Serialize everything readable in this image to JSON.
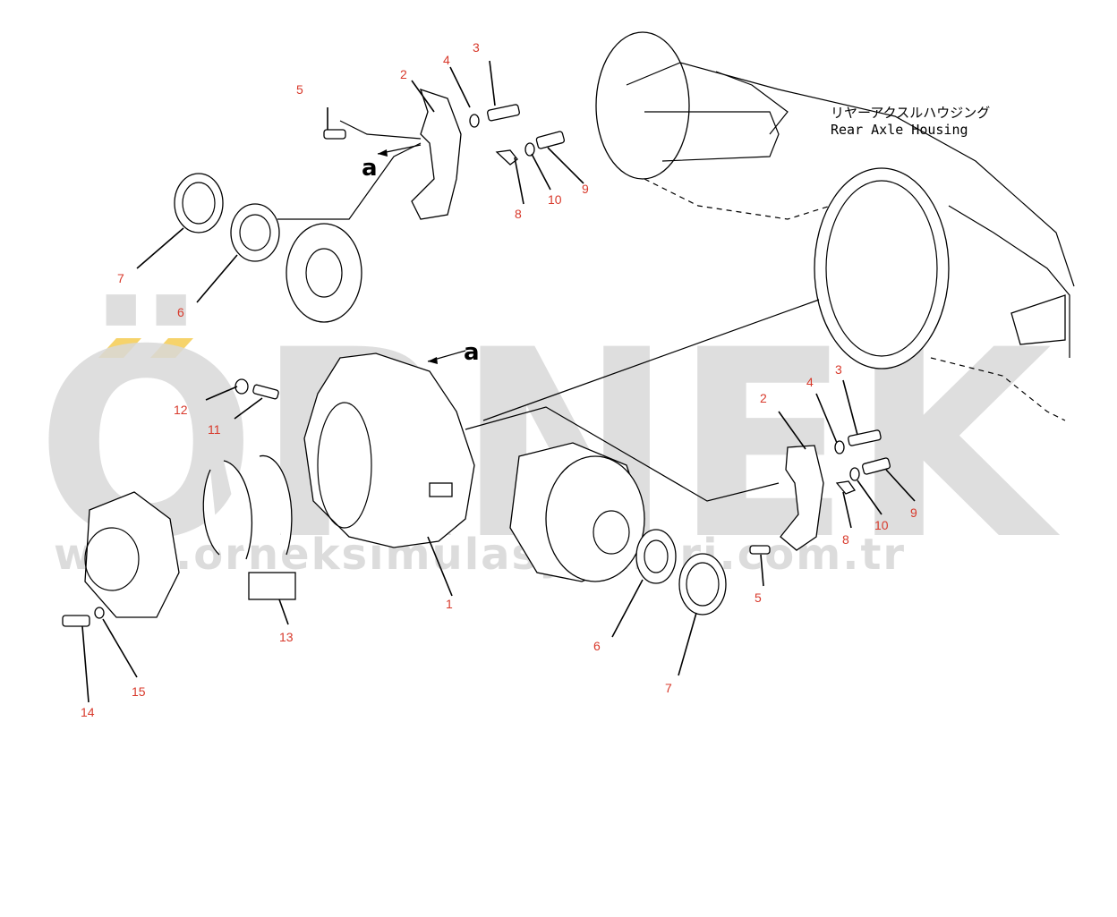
{
  "housing_label": {
    "jp": "リヤーアクスルハウジング",
    "en": "Rear Axle Housing"
  },
  "arrow_letter": "a",
  "watermark": {
    "big": "ÖRNEK",
    "small": "www.orneksimulasyonlari.com.tr",
    "accent_color": "#f6d36b"
  },
  "callouts": {
    "upper_5": "5",
    "upper_2": "2",
    "upper_4": "4",
    "upper_3": "3",
    "upper_8": "8",
    "upper_10": "10",
    "upper_9": "9",
    "upper_7": "7",
    "upper_6": "6",
    "left_12": "12",
    "left_11": "11",
    "right_4": "4",
    "right_3": "3",
    "right_2": "2",
    "right_8": "8",
    "right_10": "10",
    "right_9": "9",
    "center_1": "1",
    "left_13": "13",
    "left_14": "14",
    "left_15": "15",
    "right_6": "6",
    "right_5": "5",
    "right_7": "7"
  }
}
